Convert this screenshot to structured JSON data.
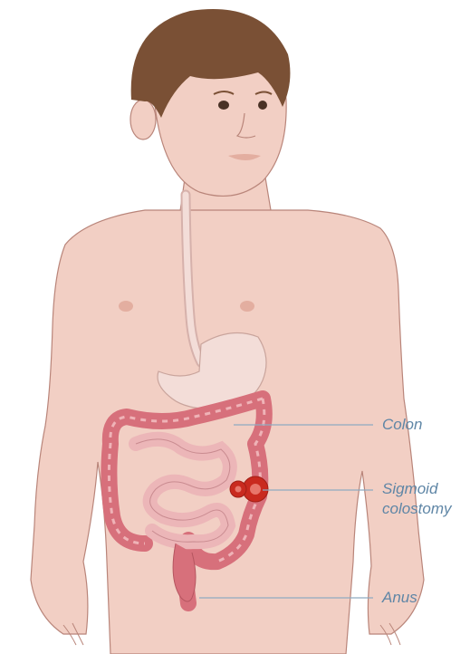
{
  "labels": {
    "colon": "Colon",
    "sigmoid_line1": "Sigmoid",
    "sigmoid_line2": "colostomy",
    "anus": "Anus"
  },
  "colors": {
    "skin": "#f2cfc4",
    "skin_outline": "#b9857a",
    "hair": "#7a5035",
    "stomach": "#f3ddd8",
    "intestine": "#d7707b",
    "stoma": "#c92a1f",
    "leader_line": "#8faac0",
    "label_text": "#5f86a6"
  }
}
